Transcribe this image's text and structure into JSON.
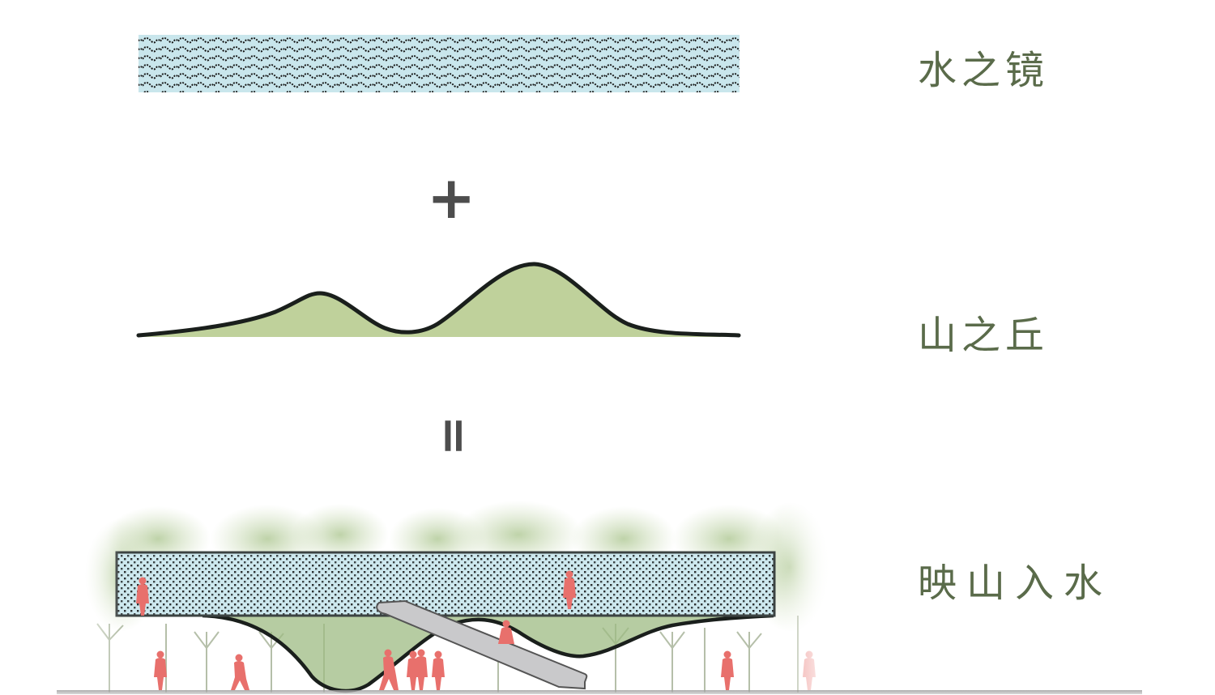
{
  "diagram": {
    "title_rows": [
      {
        "id": "water",
        "label": "水之镜"
      },
      {
        "id": "hills",
        "label": "山之丘"
      },
      {
        "id": "result",
        "label": "映山入水"
      }
    ],
    "operators": {
      "plus": "+",
      "equals": "="
    },
    "colors": {
      "label_text": "#5a6b4a",
      "water_fill": "#c9e6ec",
      "water_pattern": "#1b1b1b",
      "hill_fill": "#bfd19b",
      "hill_stroke": "#1a1f1c",
      "section_green": "#9dbb83",
      "people": "#e8706c",
      "ramp": "#c9c9cb",
      "ground": "#8a8a8a",
      "operator": "#4d4d4d"
    },
    "elements": {
      "water_band": "water-mirror-pattern-band",
      "hill_profile": "two-peak-hill-profile",
      "section": "elevated-water-deck-over-hill-section"
    }
  }
}
